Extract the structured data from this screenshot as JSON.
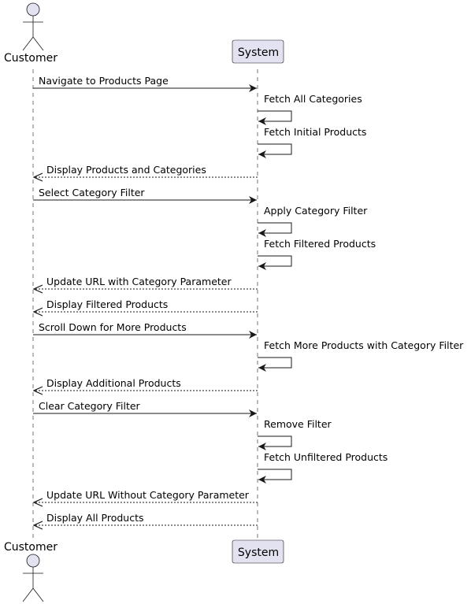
{
  "diagram": {
    "type": "sequence",
    "colors": {
      "participant_fill": "#e2e2f0",
      "participant_stroke": "#181818",
      "lifeline": "#181818",
      "arrow": "#181818"
    },
    "participants": [
      {
        "id": "customer",
        "name": "Customer",
        "kind": "actor"
      },
      {
        "id": "system",
        "name": "System",
        "kind": "participant"
      }
    ],
    "messages": [
      {
        "from": "customer",
        "to": "system",
        "label": "Navigate to Products Page",
        "style": "sync"
      },
      {
        "from": "system",
        "to": "system",
        "label": "Fetch All Categories",
        "style": "self"
      },
      {
        "from": "system",
        "to": "system",
        "label": "Fetch Initial Products",
        "style": "self"
      },
      {
        "from": "system",
        "to": "customer",
        "label": "Display Products and Categories",
        "style": "return"
      },
      {
        "from": "customer",
        "to": "system",
        "label": "Select Category Filter",
        "style": "sync"
      },
      {
        "from": "system",
        "to": "system",
        "label": "Apply Category Filter",
        "style": "self"
      },
      {
        "from": "system",
        "to": "system",
        "label": "Fetch Filtered Products",
        "style": "self"
      },
      {
        "from": "system",
        "to": "customer",
        "label": "Update URL with Category Parameter",
        "style": "return"
      },
      {
        "from": "system",
        "to": "customer",
        "label": "Display Filtered Products",
        "style": "return"
      },
      {
        "from": "customer",
        "to": "system",
        "label": "Scroll Down for More Products",
        "style": "sync"
      },
      {
        "from": "system",
        "to": "system",
        "label": "Fetch More Products with Category Filter",
        "style": "self"
      },
      {
        "from": "system",
        "to": "customer",
        "label": "Display Additional Products",
        "style": "return"
      },
      {
        "from": "customer",
        "to": "system",
        "label": "Clear Category Filter",
        "style": "sync"
      },
      {
        "from": "system",
        "to": "system",
        "label": "Remove Filter",
        "style": "self"
      },
      {
        "from": "system",
        "to": "system",
        "label": "Fetch Unfiltered Products",
        "style": "self"
      },
      {
        "from": "system",
        "to": "customer",
        "label": "Update URL Without Category Parameter",
        "style": "return"
      },
      {
        "from": "system",
        "to": "customer",
        "label": "Display All Products",
        "style": "return"
      }
    ]
  }
}
